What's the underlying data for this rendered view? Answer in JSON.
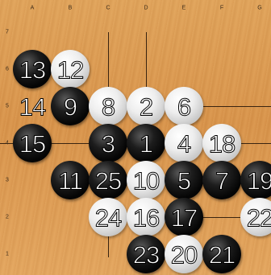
{
  "columns": [
    "A",
    "B",
    "C",
    "D",
    "E",
    "F",
    "G"
  ],
  "rows": [
    "7",
    "6",
    "5",
    "4",
    "3",
    "2",
    "1"
  ],
  "stones": [
    {
      "color": "black",
      "col": 0,
      "row": 1,
      "label": "13"
    },
    {
      "color": "white",
      "col": 1,
      "row": 1,
      "label": "12"
    },
    {
      "color": "black",
      "col": 1,
      "row": 2,
      "label": "9"
    },
    {
      "color": "white",
      "col": 2,
      "row": 2,
      "label": "8"
    },
    {
      "color": "white",
      "col": 3,
      "row": 2,
      "label": "2"
    },
    {
      "color": "white",
      "col": 4,
      "row": 2,
      "label": "6"
    },
    {
      "color": "black",
      "col": 0,
      "row": 3,
      "label": "15"
    },
    {
      "color": "black",
      "col": 2,
      "row": 3,
      "label": "3"
    },
    {
      "color": "black",
      "col": 3,
      "row": 3,
      "label": "1"
    },
    {
      "color": "white",
      "col": 4,
      "row": 3,
      "label": "4"
    },
    {
      "color": "white",
      "col": 5,
      "row": 3,
      "label": "18"
    },
    {
      "color": "black",
      "col": 1,
      "row": 4,
      "label": "11"
    },
    {
      "color": "black",
      "col": 2,
      "row": 4,
      "label": "25"
    },
    {
      "color": "white",
      "col": 3,
      "row": 4,
      "label": "10"
    },
    {
      "color": "black",
      "col": 4,
      "row": 4,
      "label": "5"
    },
    {
      "color": "black",
      "col": 5,
      "row": 4,
      "label": "7"
    },
    {
      "color": "black",
      "col": 6,
      "row": 4,
      "label": "19"
    },
    {
      "color": "white",
      "col": 2,
      "row": 5,
      "label": "24"
    },
    {
      "color": "white",
      "col": 3,
      "row": 5,
      "label": "16"
    },
    {
      "color": "black",
      "col": 4,
      "row": 5,
      "label": "17"
    },
    {
      "color": "white",
      "col": 6,
      "row": 5,
      "label": "22"
    },
    {
      "color": "black",
      "col": 3,
      "row": 6,
      "label": "23"
    },
    {
      "color": "white",
      "col": 4,
      "row": 6,
      "label": "20"
    },
    {
      "color": "black",
      "col": 5,
      "row": 6,
      "label": "21"
    }
  ],
  "plain_labels": [
    {
      "col": 0,
      "row": 2,
      "label": "14"
    }
  ]
}
